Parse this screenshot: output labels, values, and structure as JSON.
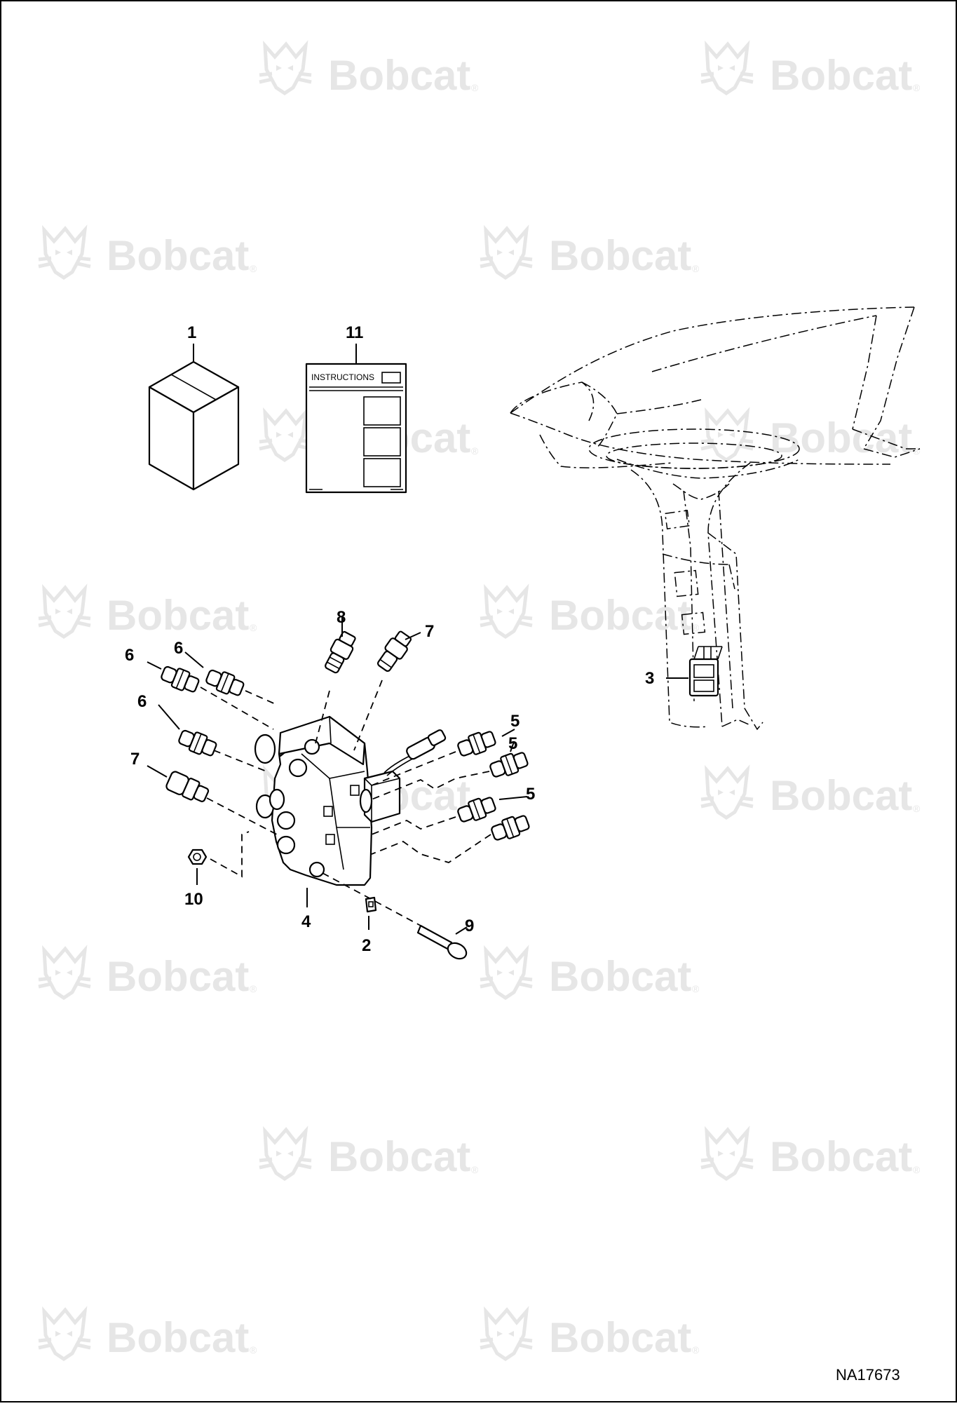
{
  "watermark": {
    "brand_text": "Bobcat",
    "registered_mark": "®",
    "logo_icon": "bobcat-head-logo",
    "color": "#e6e6e6"
  },
  "callouts": {
    "c1": "1",
    "c2": "2",
    "c3": "3",
    "c4": "4",
    "c5a": "5",
    "c5b": "5",
    "c5c": "5",
    "c6a": "6",
    "c6b": "6",
    "c6c": "6",
    "c7a": "7",
    "c7b": "7",
    "c8": "8",
    "c9": "9",
    "c10": "10",
    "c11": "11"
  },
  "instructions_booklet": {
    "title": "INSTRUCTIONS"
  },
  "figure_number": "NA17673",
  "colors": {
    "line": "#000000",
    "background": "#ffffff"
  }
}
